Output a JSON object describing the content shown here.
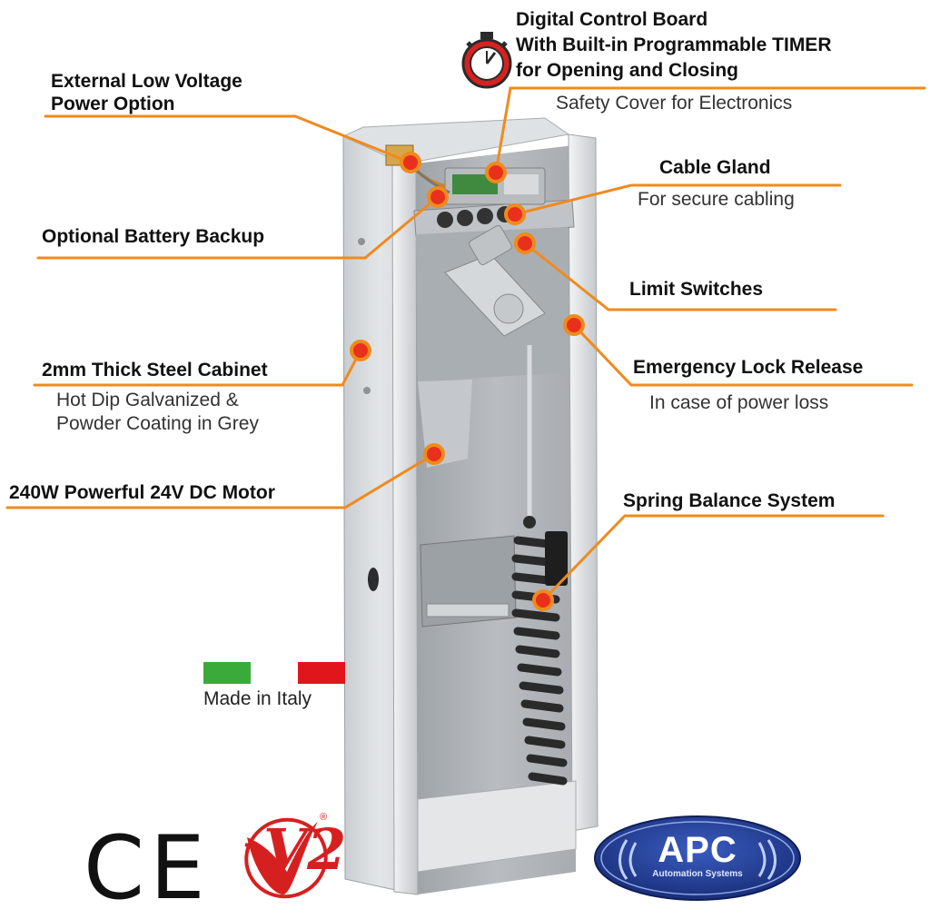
{
  "labels": {
    "control_board_line1": "Digital Control Board",
    "control_board_line2": "With Built-in Programmable TIMER",
    "control_board_line3": "for Opening and Closing",
    "safety_cover": "Safety Cover for Electronics",
    "ext_power_line1": "External Low Voltage",
    "ext_power_line2": "Power Option",
    "cable_gland": "Cable Gland",
    "cable_gland_sub": "For secure cabling",
    "battery_backup": "Optional Battery Backup",
    "limit_switches": "Limit Switches",
    "steel_cabinet": "2mm Thick Steel Cabinet",
    "steel_cabinet_sub1": "Hot Dip Galvanized &",
    "steel_cabinet_sub2": "Powder Coating in Grey",
    "emergency_release": "Emergency Lock Release",
    "emergency_release_sub": "In case of power loss",
    "motor": "240W Powerful 24V DC Motor",
    "spring_balance": "Spring Balance System",
    "made_in": "Made in Italy"
  },
  "logos": {
    "ce_mark": "CE",
    "v2_logo": "V2",
    "v2_registered": "®",
    "apc_logo": "APC",
    "apc_tagline": "Automation Systems"
  },
  "colors": {
    "accent_orange": "#f08a1c",
    "dot_red": "#e8301c",
    "flag_green": "#3aaa3a",
    "flag_red": "#e0161c",
    "apc_blue": "#1f3a93",
    "v2_red": "#d62020"
  },
  "icons": {
    "timer": "stopwatch-icon"
  }
}
